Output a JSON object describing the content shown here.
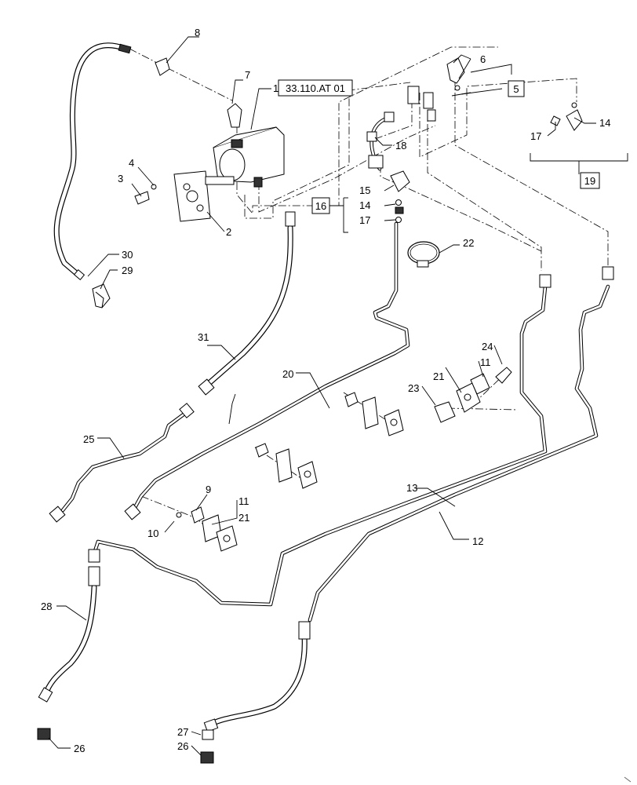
{
  "diagram": {
    "reference": "33.110.AT 01",
    "callouts": {
      "c1": "1",
      "c2": "2",
      "c3": "3",
      "c4": "4",
      "c5": "5",
      "c6": "6",
      "c7": "7",
      "c8": "8",
      "c9": "9",
      "c10": "10",
      "c11a": "11",
      "c11b": "11",
      "c12": "12",
      "c13": "13",
      "c14a": "14",
      "c14b": "14",
      "c15": "15",
      "c16": "16",
      "c17a": "17",
      "c17b": "17",
      "c18": "18",
      "c19": "19",
      "c20": "20",
      "c21a": "21",
      "c21b": "21",
      "c22": "22",
      "c23": "23",
      "c24": "24",
      "c25": "25",
      "c26a": "26",
      "c26b": "26",
      "c27": "27",
      "c28": "28",
      "c29": "29",
      "c30": "30",
      "c31": "31"
    }
  }
}
